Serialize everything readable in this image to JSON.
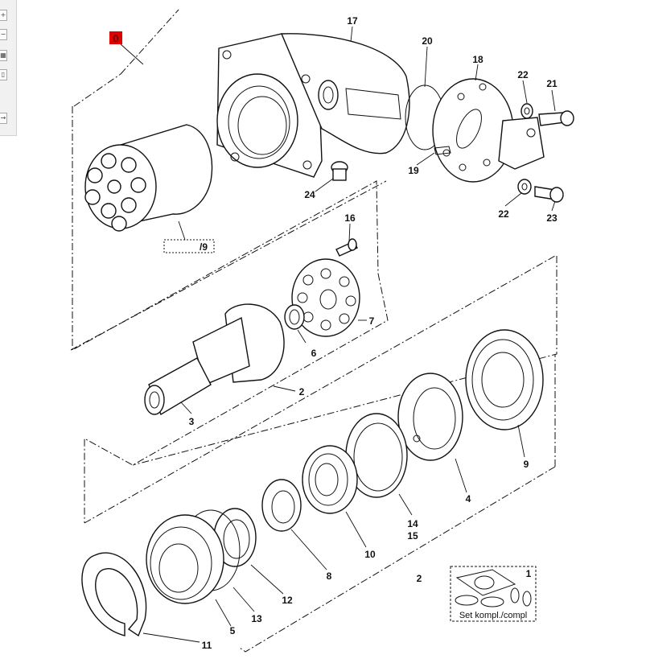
{
  "toolbar": {
    "buttons": [
      {
        "name": "zoom-in-button",
        "glyph": "+"
      },
      {
        "name": "zoom-out-button",
        "glyph": "−"
      },
      {
        "name": "grid-view-button",
        "glyph": "▦"
      },
      {
        "name": "page-view-button",
        "glyph": "▯"
      },
      {
        "name": "next-button",
        "glyph": "→"
      }
    ]
  },
  "hotspot": {
    "label": "0",
    "color": "#e00000"
  },
  "labels": {
    "p1": "1",
    "p2a": "2",
    "p2b": "2",
    "p3": "3",
    "p4": "4",
    "p5": "5",
    "p6": "6",
    "p7": "7",
    "p8": "8",
    "p9": "9",
    "p9ref": "/9",
    "p10": "10",
    "p11": "11",
    "p12": "12",
    "p13": "13",
    "p14": "14",
    "p15": "15",
    "p16": "16",
    "p17": "17",
    "p18": "18",
    "p19": "19",
    "p20": "20",
    "p21": "21",
    "p22a": "22",
    "p22b": "22",
    "p23": "23",
    "p24": "24"
  },
  "kit": {
    "caption": "Set kompl./compl"
  }
}
